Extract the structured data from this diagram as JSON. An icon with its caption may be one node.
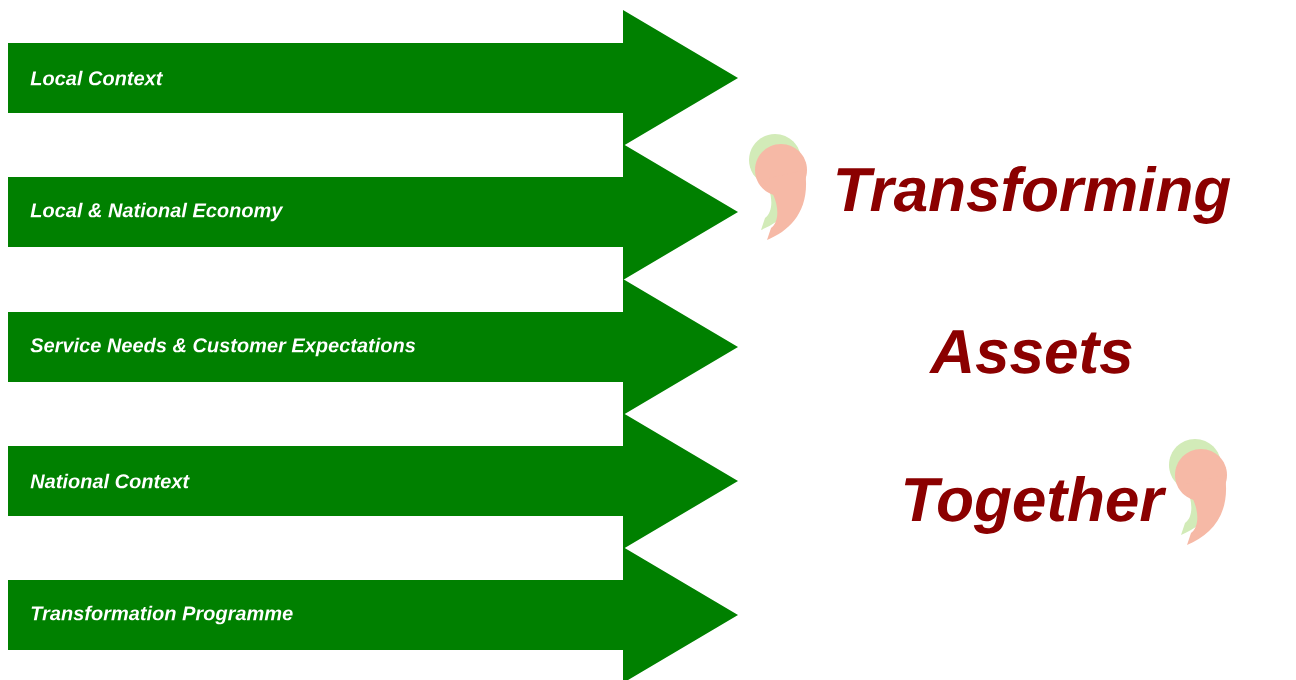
{
  "diagram": {
    "nodes": [
      {
        "text": [
          "Local Context"
        ]
      },
      {
        "text": [
          "Local & National Economy"
        ]
      },
      {
        "text": [
          "Service Needs & Customer Expectations"
        ]
      },
      {
        "text": [
          "National Context"
        ]
      },
      {
        "text": [
          "Transformation Programme"
        ]
      }
    ],
    "labels": [
      "Transforming",
      "Assets",
      "Together"
    ]
  }
}
